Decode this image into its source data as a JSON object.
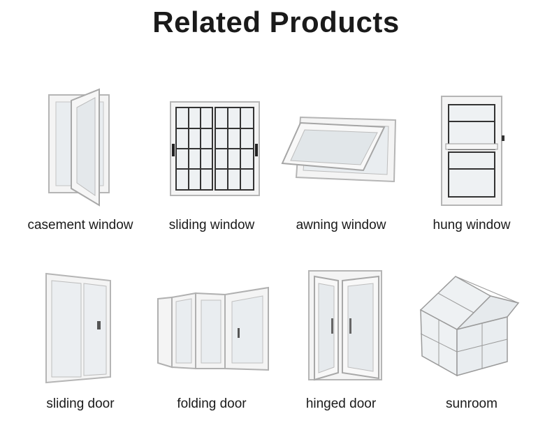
{
  "page": {
    "title": "Related Products"
  },
  "colors": {
    "frame": "#f4f4f4",
    "stroke": "#b5b5b5",
    "glass": "#e7ebee",
    "dark": "#2b2b2b"
  },
  "products": [
    {
      "label": "casement window",
      "icon": "casement-window-icon"
    },
    {
      "label": "sliding window",
      "icon": "sliding-window-icon"
    },
    {
      "label": "awning window",
      "icon": "awning-window-icon"
    },
    {
      "label": "hung window",
      "icon": "hung-window-icon"
    },
    {
      "label": "sliding door",
      "icon": "sliding-door-icon"
    },
    {
      "label": "folding door",
      "icon": "folding-door-icon"
    },
    {
      "label": "hinged door",
      "icon": "hinged-door-icon"
    },
    {
      "label": "sunroom",
      "icon": "sunroom-icon"
    }
  ]
}
